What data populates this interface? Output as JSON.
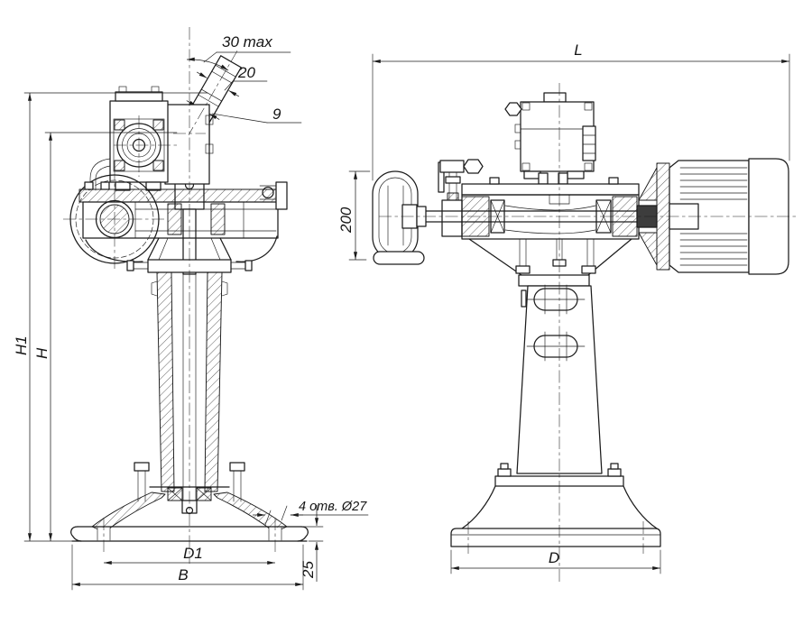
{
  "drawing": {
    "type": "technical-drawing",
    "background": "#ffffff",
    "line_color": "#1c1c1c",
    "views": {
      "front": "front sectional view",
      "side": "side view"
    },
    "dimensions": {
      "angle_max": "30 max",
      "rod_upper": "20",
      "rod_lower": "9",
      "overall_height": "H1",
      "height_to_pivot": "H",
      "bolt_circle": "D1",
      "base_width": "B",
      "holes_note": "4 отв. Ø27",
      "base_plate_height": "25",
      "overall_length": "L",
      "handwheel_diameter": "200",
      "base_diameter": "D"
    }
  }
}
